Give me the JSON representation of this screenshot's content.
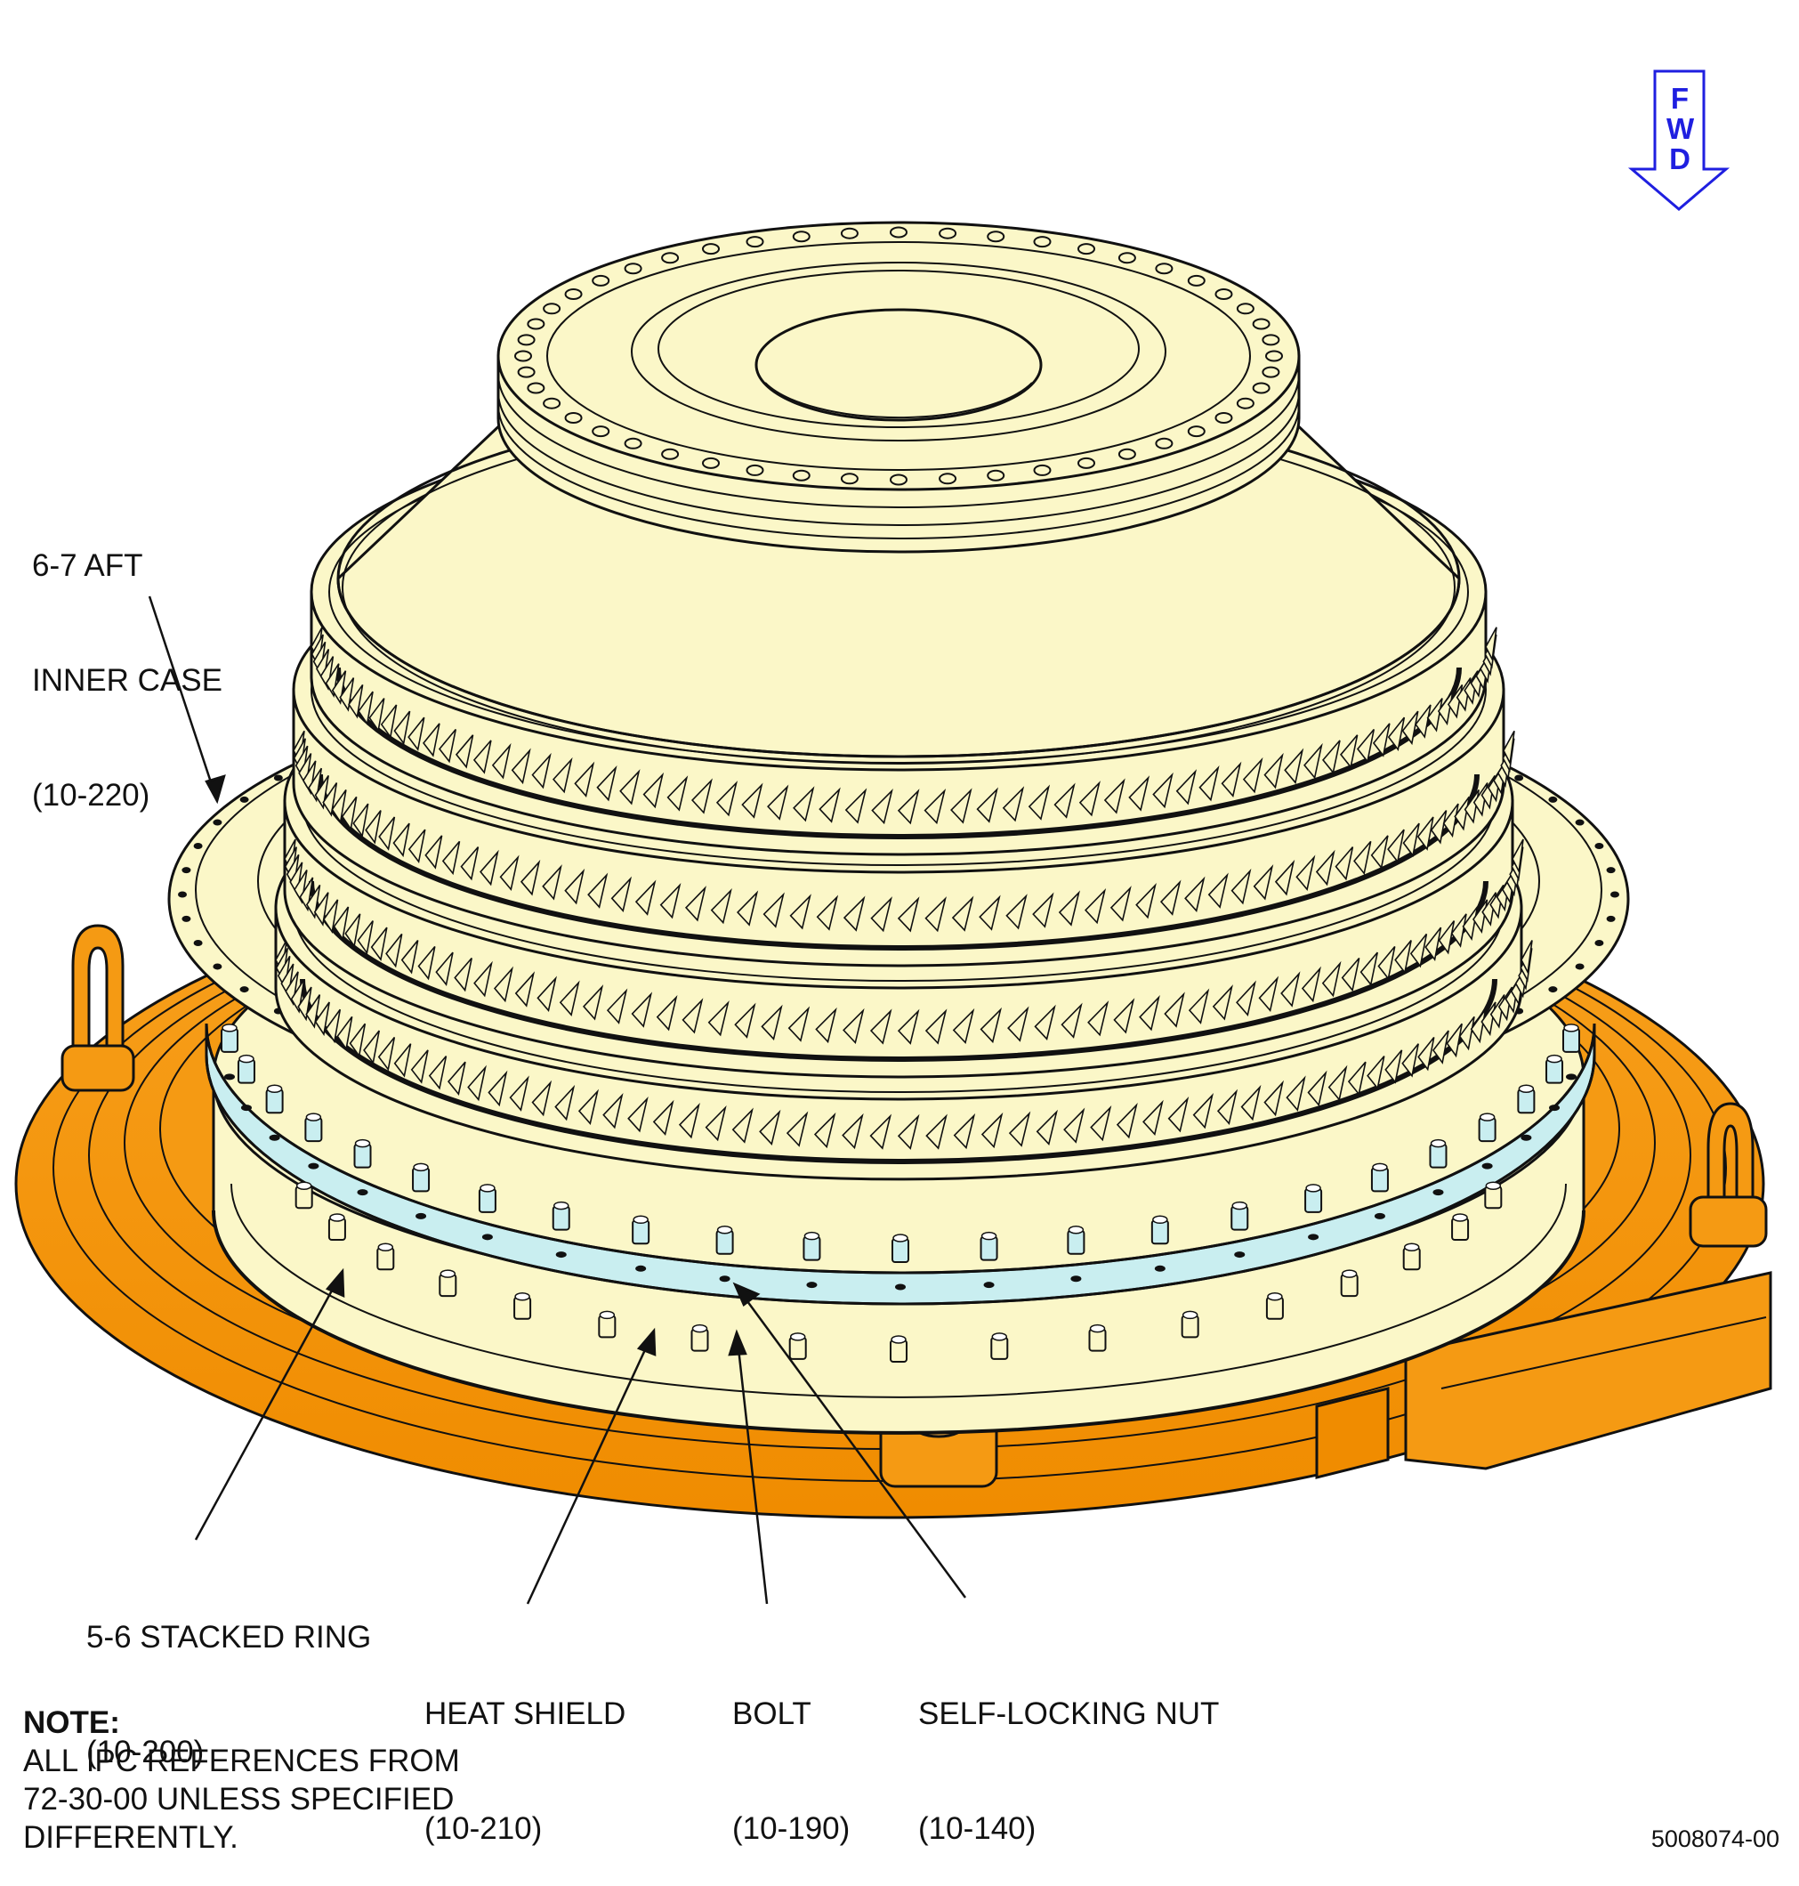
{
  "fwd_indicator": {
    "letters": [
      "F",
      "W",
      "D"
    ],
    "color": "#1f1fe0",
    "icon": "down-arrow-icon"
  },
  "callouts": {
    "aft_inner_case": {
      "lines": [
        "6-7 AFT",
        "INNER CASE",
        "(10-220)"
      ]
    },
    "stacked_ring": {
      "lines": [
        "5-6 STACKED RING",
        "(10-200)"
      ]
    },
    "heat_shield": {
      "lines": [
        "HEAT SHIELD",
        "(10-210)"
      ]
    },
    "bolt": {
      "lines": [
        "BOLT",
        "(10-190)"
      ]
    },
    "self_locking_nut": {
      "lines": [
        "SELF-LOCKING NUT",
        "(10-140)"
      ]
    }
  },
  "note": {
    "title": "NOTE:",
    "lines": [
      "ALL IPC REFERENCES FROM",
      "72-30-00 UNLESS SPECIFIED",
      "DIFFERENTLY."
    ]
  },
  "figure_id": "5008074-00",
  "colors": {
    "case_fill": "#fbf7c8",
    "fixture_fill": "#f7980f",
    "heat_shield_fill": "#c9eef0",
    "line": "#111111"
  }
}
